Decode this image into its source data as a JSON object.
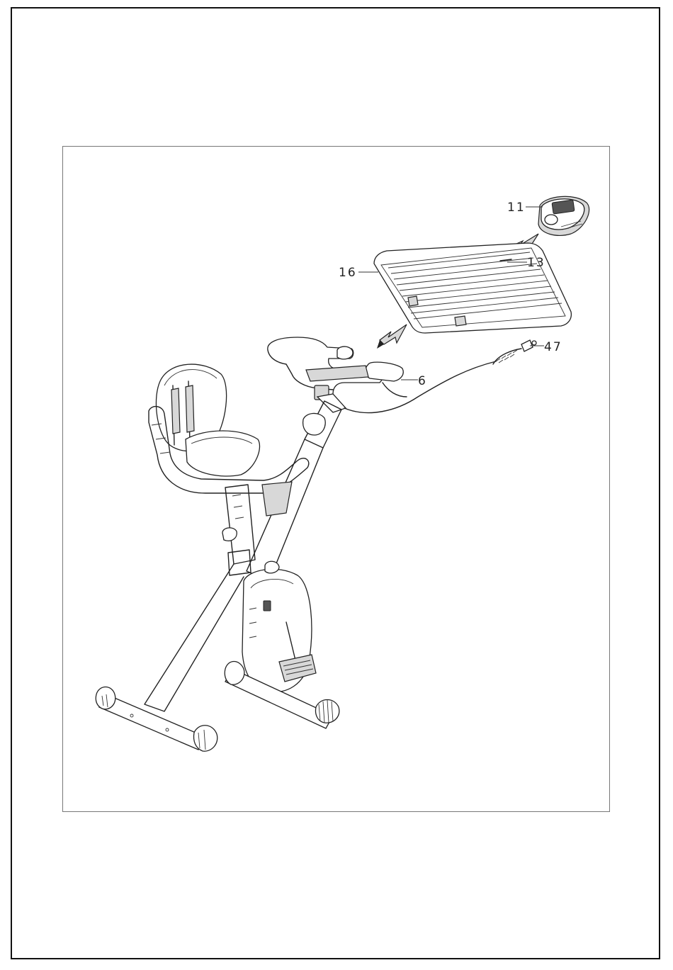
{
  "figure": {
    "callouts": [
      {
        "id": "11",
        "label": "11"
      },
      {
        "id": "13",
        "label": "13"
      },
      {
        "id": "16",
        "label": "16"
      },
      {
        "id": "47",
        "label": "47"
      },
      {
        "id": "6",
        "label": "6"
      }
    ],
    "parts": [
      "computer-console",
      "tablet-tray",
      "handlebar",
      "sensor-cable",
      "seat",
      "backrest",
      "front-stabilizer",
      "rear-stabilizer",
      "flywheel-housing",
      "pedal"
    ],
    "colors": {
      "line": "#222222",
      "frame": "#777777",
      "page_border": "#111111"
    }
  }
}
